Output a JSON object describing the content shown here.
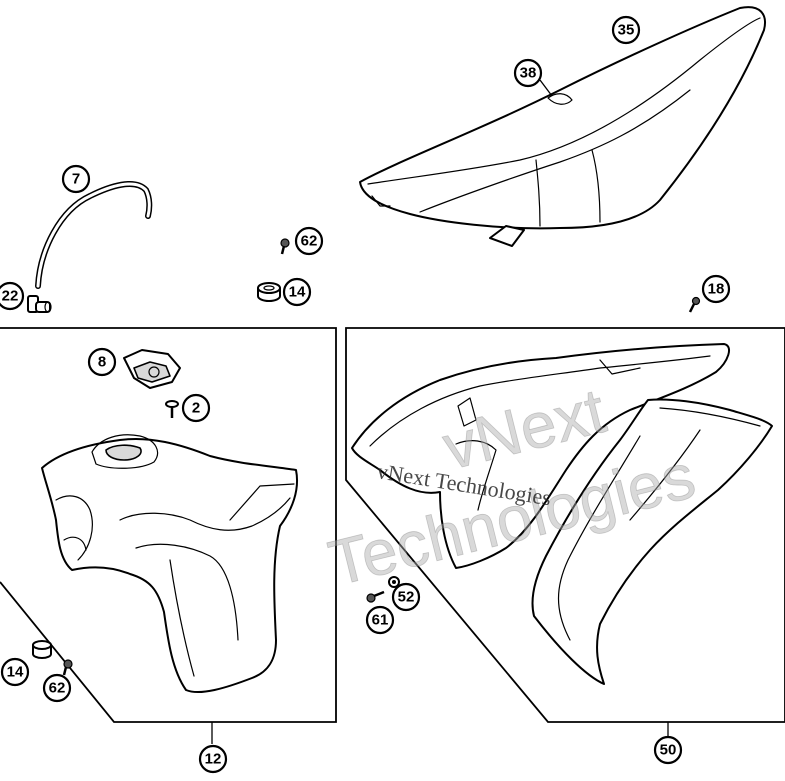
{
  "watermark": {
    "lines": [
      "vNext",
      "Technologies"
    ],
    "inline": "vNext Technologies"
  },
  "callouts": [
    {
      "id": "c35",
      "label": "35"
    },
    {
      "id": "c38",
      "label": "38"
    },
    {
      "id": "c7",
      "label": "7"
    },
    {
      "id": "c62a",
      "label": "62"
    },
    {
      "id": "c22",
      "label": "22"
    },
    {
      "id": "c14a",
      "label": "14"
    },
    {
      "id": "c18",
      "label": "18"
    },
    {
      "id": "c8",
      "label": "8"
    },
    {
      "id": "c2",
      "label": "2"
    },
    {
      "id": "c52",
      "label": "52"
    },
    {
      "id": "c61",
      "label": "61"
    },
    {
      "id": "c14b",
      "label": "14"
    },
    {
      "id": "c62b",
      "label": "62"
    },
    {
      "id": "c12",
      "label": "12"
    },
    {
      "id": "c50",
      "label": "50"
    }
  ]
}
